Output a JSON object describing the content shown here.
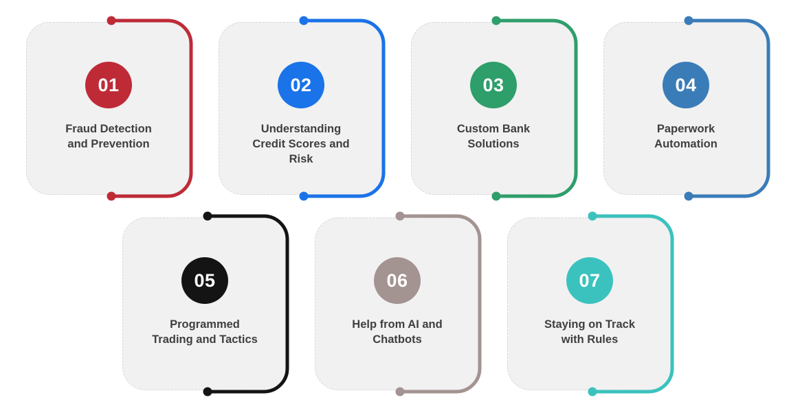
{
  "infographic": {
    "background_color": "#ffffff",
    "card_fill": "#f1f1f1",
    "card_border_color": "#d8d8d8",
    "title_color": "#3f3f3f",
    "badge_text_color": "#ffffff",
    "rows": [
      {
        "name": "row-1",
        "card_indexes": [
          0,
          1,
          2,
          3
        ]
      },
      {
        "name": "row-2",
        "card_indexes": [
          4,
          5,
          6
        ]
      }
    ],
    "cards": [
      {
        "number": "01",
        "title": "Fraud Detection\nand Prevention",
        "color": "#be2b37",
        "name": "fraud-detection-and-prevention"
      },
      {
        "number": "02",
        "title": "Understanding\nCredit Scores and\nRisk",
        "color": "#1a73e8",
        "name": "understanding-credit-scores-and-risk"
      },
      {
        "number": "03",
        "title": "Custom Bank\nSolutions",
        "color": "#2e9e6b",
        "name": "custom-bank-solutions"
      },
      {
        "number": "04",
        "title": "Paperwork\nAutomation",
        "color": "#3a7cb8",
        "name": "paperwork-automation"
      },
      {
        "number": "05",
        "title": "Programmed\nTrading and Tactics",
        "color": "#141414",
        "name": "programmed-trading-and-tactics"
      },
      {
        "number": "06",
        "title": "Help from AI and\nChatbots",
        "color": "#a39391",
        "name": "help-from-ai-and-chatbots"
      },
      {
        "number": "07",
        "title": "Staying on Track\nwith Rules",
        "color": "#3bc2be",
        "name": "staying-on-track-with-rules"
      }
    ]
  }
}
